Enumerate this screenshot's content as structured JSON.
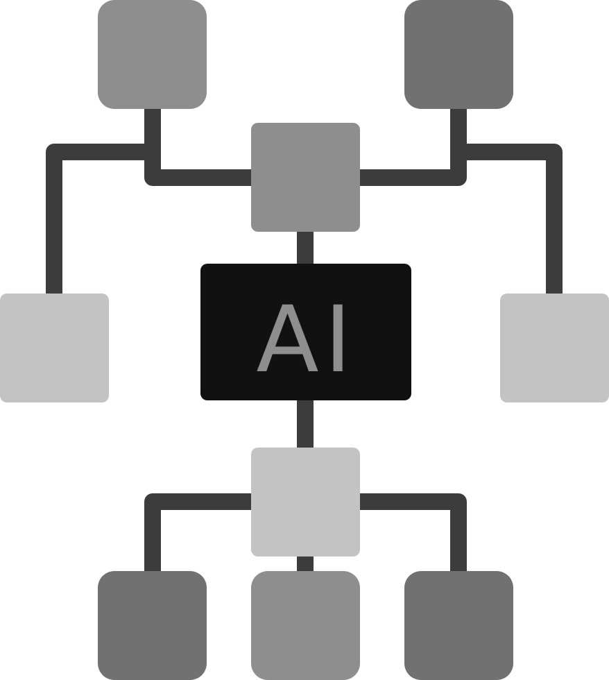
{
  "center_node": {
    "label": "AI",
    "fill": "#111111",
    "text_color": "#8e8e8e"
  },
  "colors": {
    "connector": "#3c3c3c",
    "node_dark": "#717171",
    "node_mid": "#8e8e8e",
    "node_light": "#c3c3c3",
    "background": "#ffffff"
  },
  "nodes": [
    {
      "id": "top-left",
      "tone": "node_mid"
    },
    {
      "id": "top-right",
      "tone": "node_dark"
    },
    {
      "id": "upper-center",
      "tone": "node_mid"
    },
    {
      "id": "middle-left",
      "tone": "node_light"
    },
    {
      "id": "middle-right",
      "tone": "node_light"
    },
    {
      "id": "lower-center",
      "tone": "node_light"
    },
    {
      "id": "bottom-left",
      "tone": "node_dark"
    },
    {
      "id": "bottom-center",
      "tone": "node_mid"
    },
    {
      "id": "bottom-right",
      "tone": "node_dark"
    }
  ]
}
